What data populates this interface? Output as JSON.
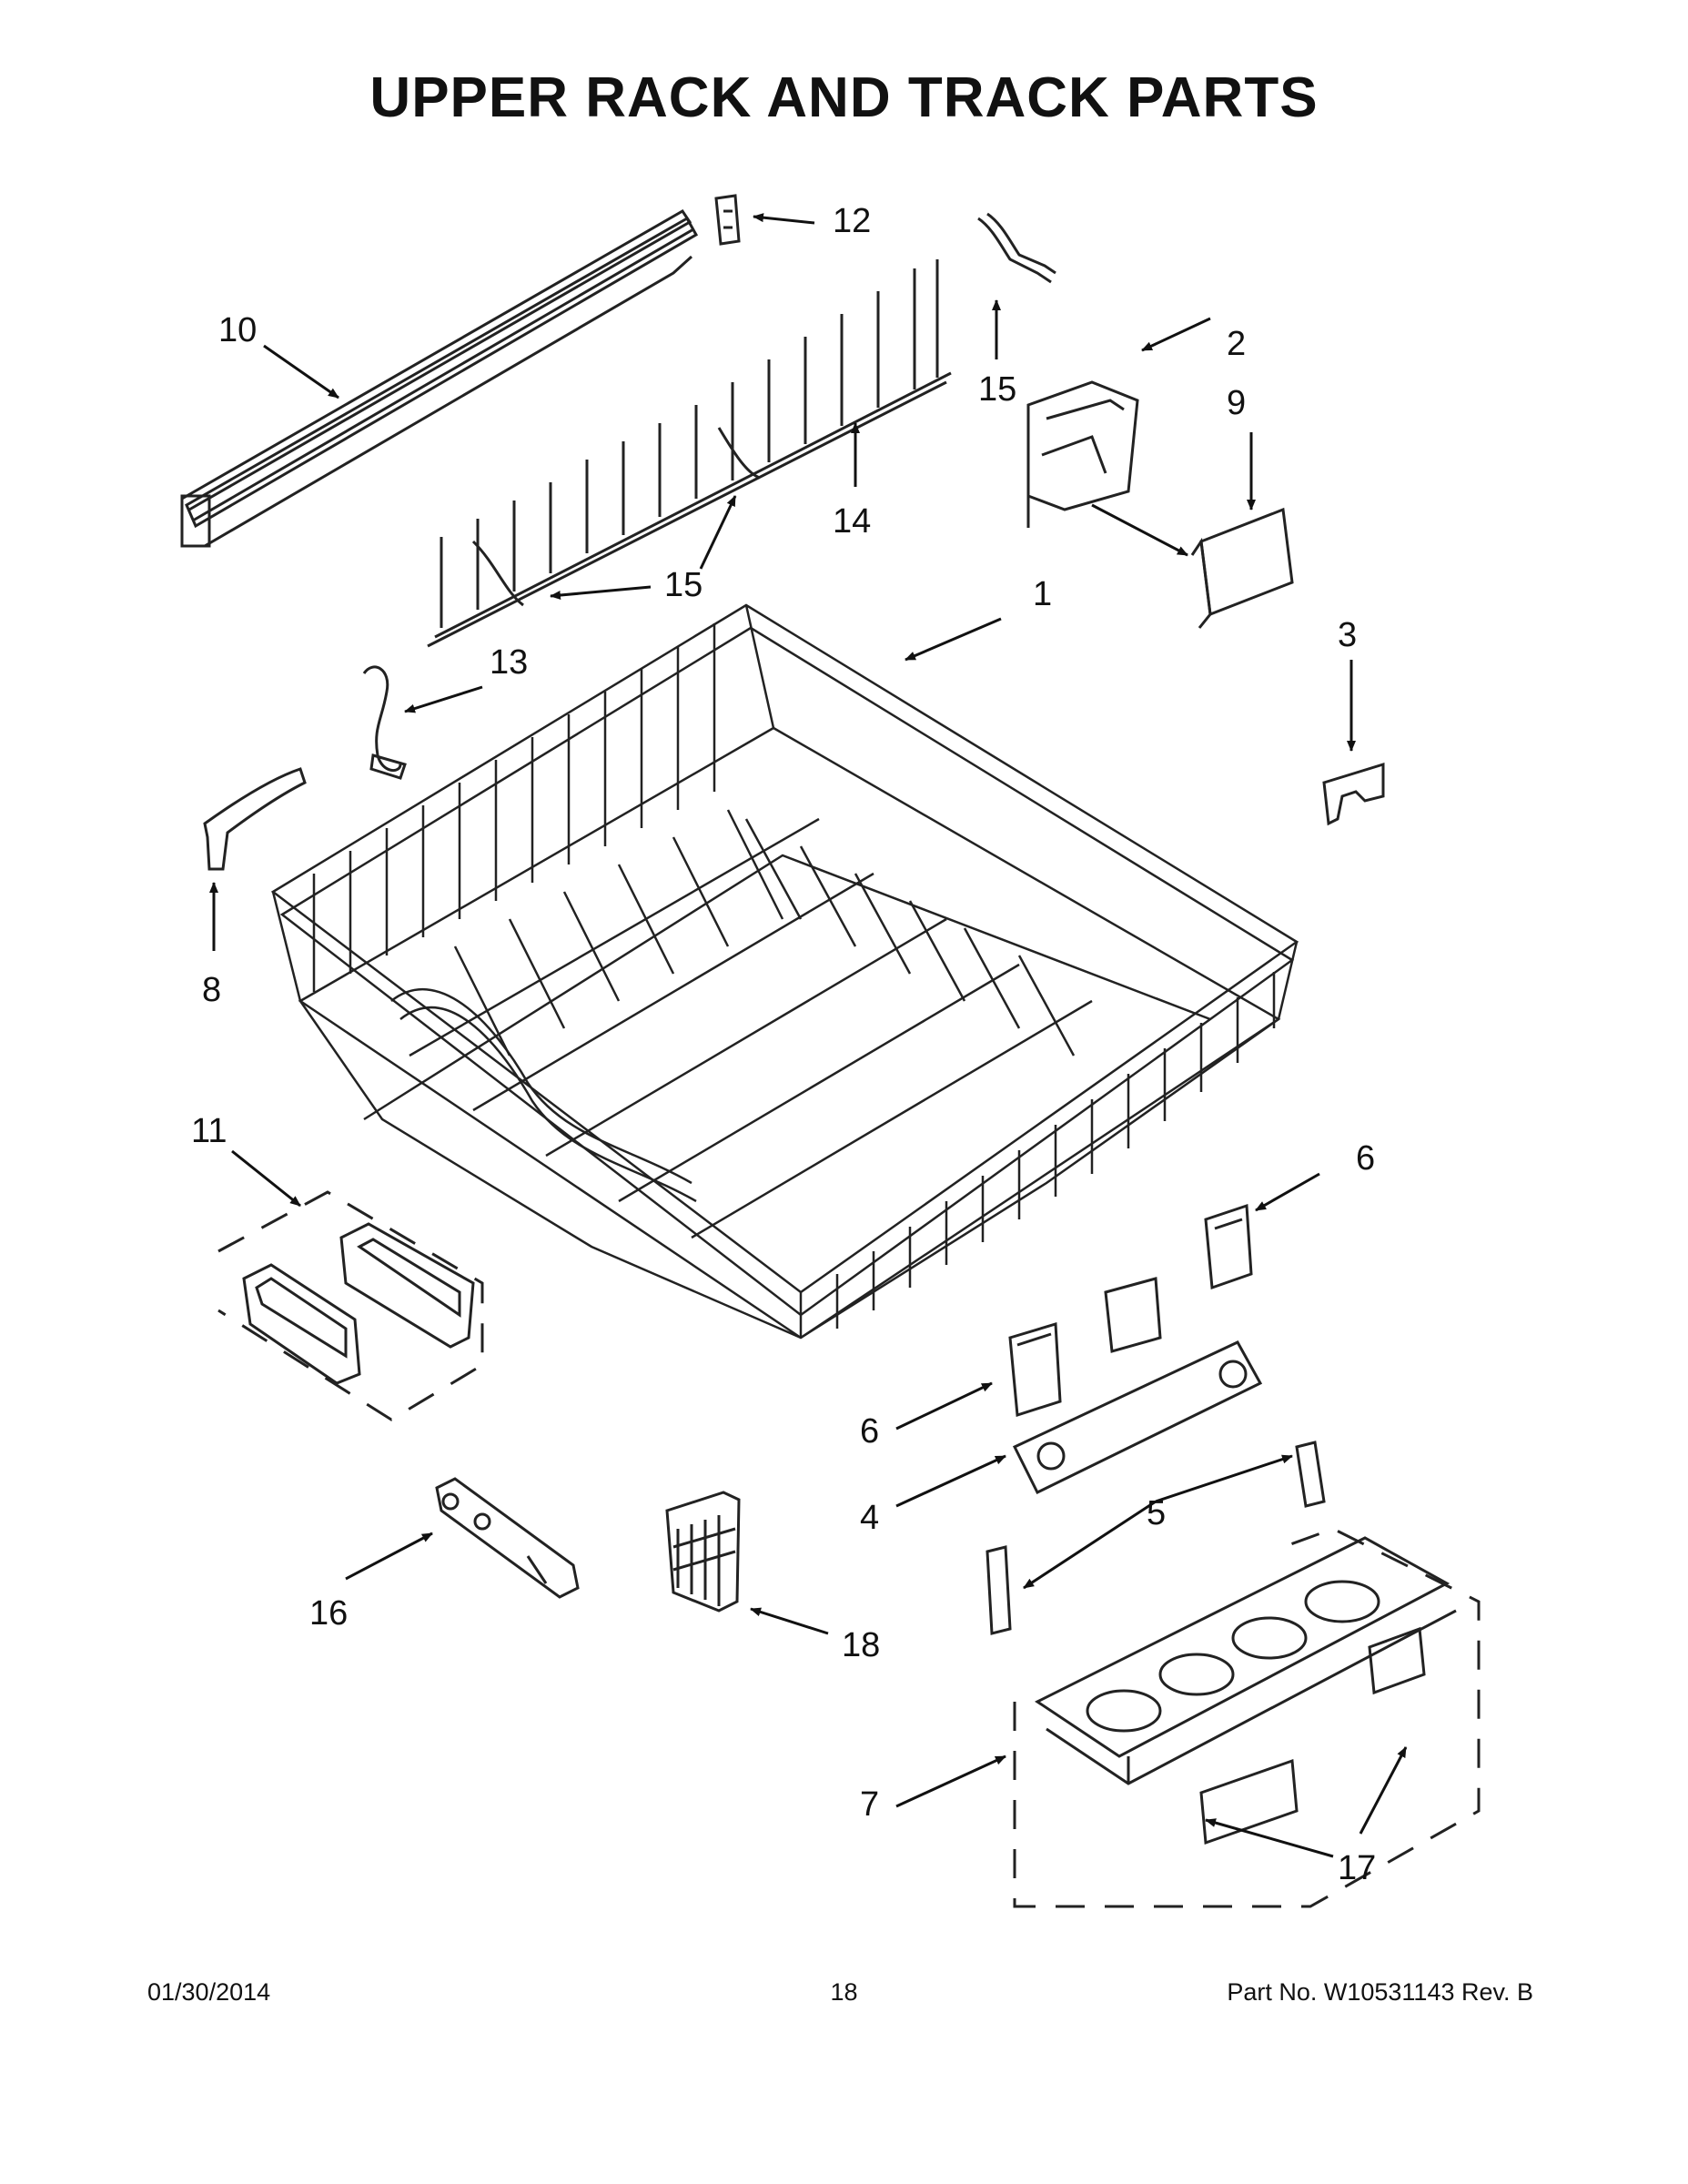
{
  "title": "UPPER RACK AND TRACK PARTS",
  "callouts": [
    "1",
    "2",
    "3",
    "4",
    "5",
    "6",
    "6",
    "7",
    "8",
    "9",
    "10",
    "11",
    "12",
    "13",
    "14",
    "15",
    "15",
    "16",
    "17",
    "18"
  ],
  "footer": {
    "date": "01/30/2014",
    "page": "18",
    "part_no": "Part No.  W10531143  Rev.  B"
  }
}
